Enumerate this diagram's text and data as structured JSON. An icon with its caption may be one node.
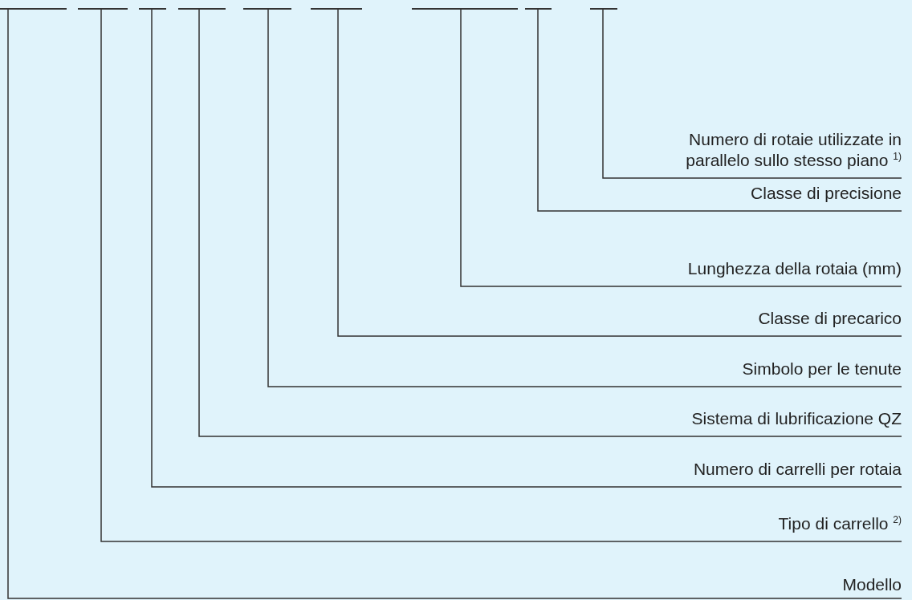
{
  "diagram": {
    "nodes": [
      {
        "text": [],
        "shape": "line"
      },
      {
        "text": [],
        "shape": "line"
      },
      {
        "text": [],
        "shape": "line"
      },
      {
        "text": [],
        "shape": "line"
      },
      {
        "text": [],
        "shape": "line"
      },
      {
        "text": [],
        "shape": "line"
      },
      {
        "text": [],
        "shape": "line"
      },
      {
        "text": [],
        "shape": "line"
      },
      {
        "text": [],
        "shape": "line"
      },
      {
        "text": [
          "Numero di rotaie utilizzate in parallelo sullo stesso piano $^{1)}$"
        ]
      },
      {
        "text": [
          "Classe di precisione"
        ]
      },
      {
        "text": [
          "Lunghezza della rotaia (mm)"
        ]
      },
      {
        "text": [
          "Classe di precarico"
        ]
      },
      {
        "text": [
          "Simbolo per le tenute"
        ]
      },
      {
        "text": [
          "Sistema di lubrificazione QZ"
        ]
      },
      {
        "text": [
          "Numero di carrelli per rotaia"
        ]
      },
      {
        "text": [
          "Tipo di carrello $^{2)}$"
        ]
      },
      {
        "text": [
          "Modello"
        ]
      }
    ],
    "edges": [
      {
        "from": 9,
        "to": 8,
        "arrow": "none"
      },
      {
        "from": 10,
        "to": 7,
        "arrow": "none"
      },
      {
        "from": 11,
        "to": 6,
        "arrow": "none"
      },
      {
        "from": 12,
        "to": 5,
        "arrow": "none"
      },
      {
        "from": 13,
        "to": 4,
        "arrow": "none"
      },
      {
        "from": 14,
        "to": 3,
        "arrow": "none"
      },
      {
        "from": 15,
        "to": 2,
        "arrow": "none"
      },
      {
        "from": 16,
        "to": 1,
        "arrow": "none"
      },
      {
        "from": 17,
        "to": 0,
        "arrow": "none"
      }
    ]
  }
}
